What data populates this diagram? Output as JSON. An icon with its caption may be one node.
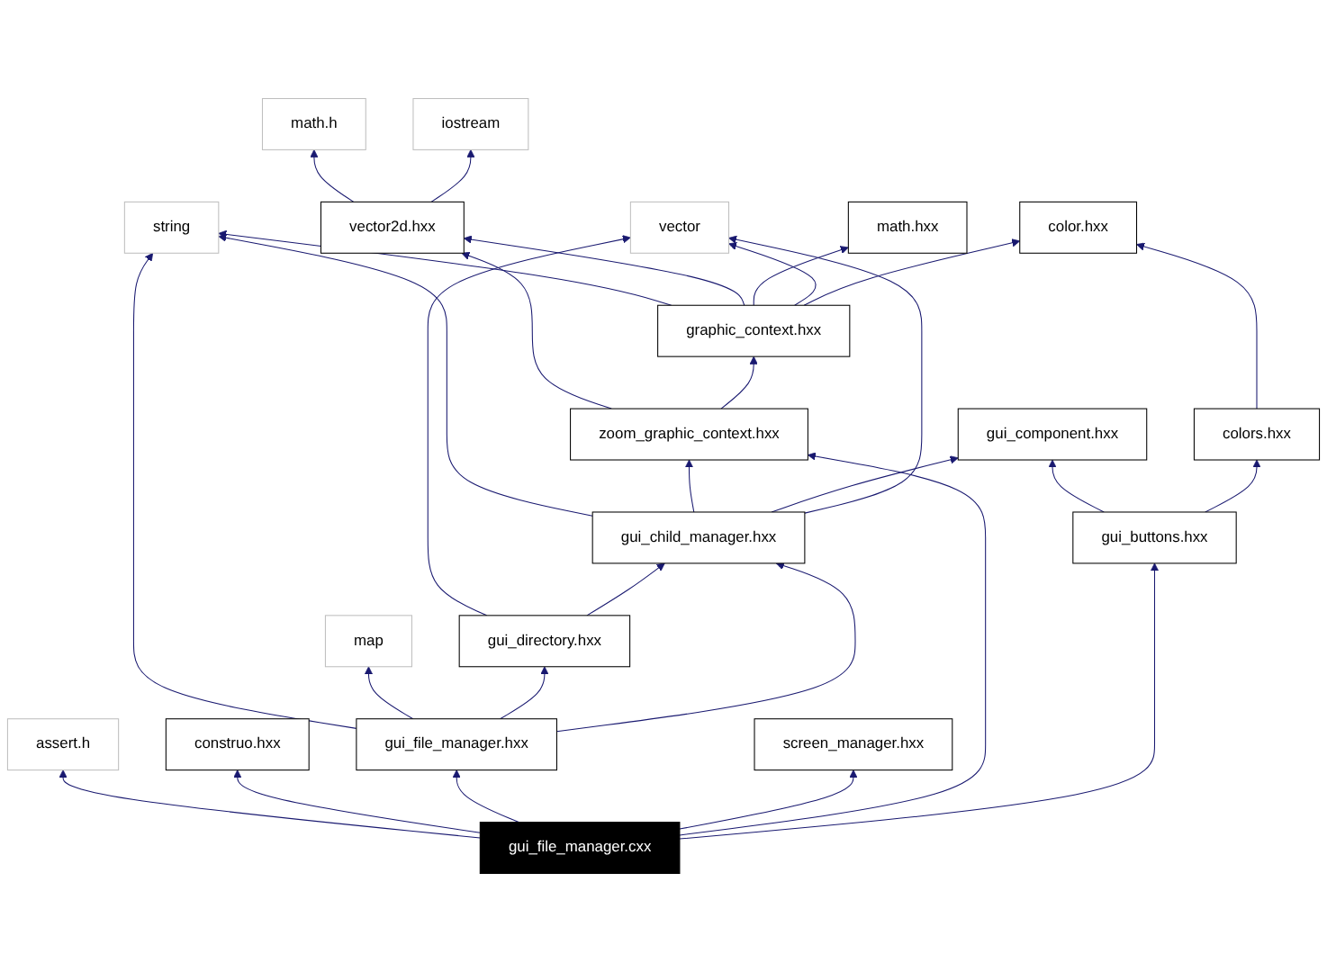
{
  "diagram": {
    "nodes": [
      {
        "text": [
          "math.h"
        ]
      },
      {
        "text": [
          "iostream"
        ]
      },
      {
        "text": [
          "string"
        ]
      },
      {
        "text": [
          "vector2d.hxx"
        ]
      },
      {
        "text": [
          "math.hxx"
        ]
      },
      {
        "text": [
          "vector"
        ]
      },
      {
        "text": [
          "color.hxx"
        ]
      },
      {
        "text": [
          "graphic_context.hxx"
        ]
      },
      {
        "text": [
          "colors.hxx"
        ]
      },
      {
        "text": [
          "zoom_graphic_context.hxx"
        ]
      },
      {
        "text": [
          "gui_component.hxx"
        ]
      },
      {
        "text": [
          "gui_child_manager.hxx"
        ]
      },
      {
        "text": [
          "gui_buttons.hxx"
        ]
      },
      {
        "text": [
          "map"
        ]
      },
      {
        "text": [
          "gui_directory.hxx"
        ]
      },
      {
        "text": [
          "assert.h"
        ]
      },
      {
        "text": [
          "construo.hxx"
        ]
      },
      {
        "text": [
          "gui_file_manager.hxx"
        ]
      },
      {
        "text": [
          "screen_manager.hxx"
        ]
      },
      {
        "text": [
          "gui_file_manager.cxx"
        ]
      }
    ],
    "edges": [
      {
        "from": 3,
        "to": 0,
        "arrow": "to"
      },
      {
        "from": 3,
        "to": 1,
        "arrow": "to"
      },
      {
        "from": 7,
        "to": 2,
        "arrow": "to"
      },
      {
        "from": 7,
        "to": 3,
        "arrow": "to"
      },
      {
        "from": 7,
        "to": 4,
        "arrow": "to"
      },
      {
        "from": 7,
        "to": 5,
        "arrow": "to"
      },
      {
        "from": 7,
        "to": 6,
        "arrow": "to"
      },
      {
        "from": 8,
        "to": 6,
        "arrow": "to"
      },
      {
        "from": 9,
        "to": 3,
        "arrow": "to"
      },
      {
        "from": 9,
        "to": 7,
        "arrow": "to"
      },
      {
        "from": 11,
        "to": 2,
        "arrow": "to"
      },
      {
        "from": 11,
        "to": 9,
        "arrow": "to"
      },
      {
        "from": 11,
        "to": 10,
        "arrow": "to"
      },
      {
        "from": 11,
        "to": 5,
        "arrow": "to"
      },
      {
        "from": 12,
        "to": 10,
        "arrow": "to"
      },
      {
        "from": 12,
        "to": 8,
        "arrow": "to"
      },
      {
        "from": 14,
        "to": 5,
        "arrow": "to"
      },
      {
        "from": 14,
        "to": 11,
        "arrow": "to"
      },
      {
        "from": 17,
        "to": 2,
        "arrow": "to"
      },
      {
        "from": 17,
        "to": 13,
        "arrow": "to"
      },
      {
        "from": 17,
        "to": 14,
        "arrow": "to"
      },
      {
        "from": 17,
        "to": 11,
        "arrow": "to"
      },
      {
        "from": 19,
        "to": 15,
        "arrow": "to"
      },
      {
        "from": 19,
        "to": 16,
        "arrow": "to"
      },
      {
        "from": 19,
        "to": 17,
        "arrow": "to"
      },
      {
        "from": 19,
        "to": 18,
        "arrow": "to"
      },
      {
        "from": 19,
        "to": 9,
        "arrow": "to"
      },
      {
        "from": 19,
        "to": 12,
        "arrow": "to"
      }
    ]
  }
}
